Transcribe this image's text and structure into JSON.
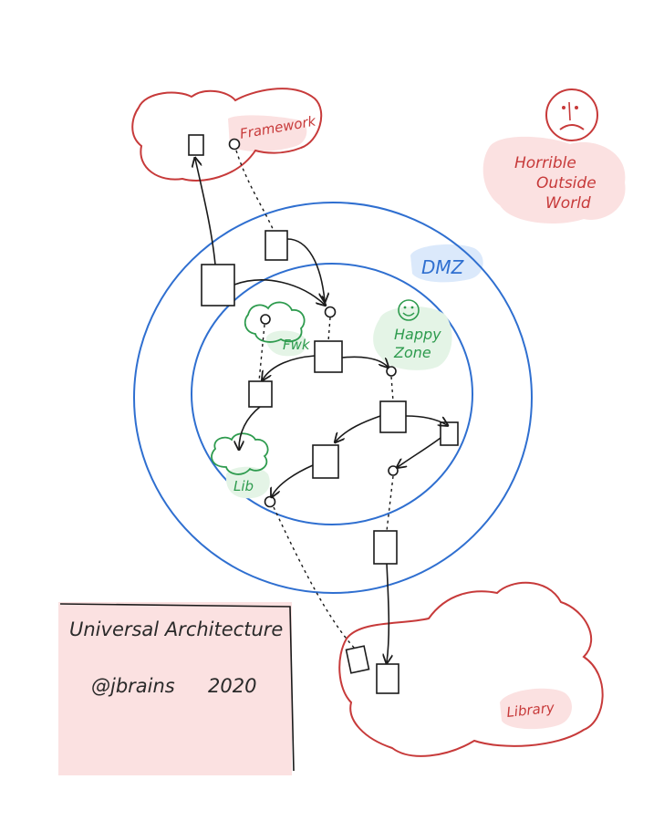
{
  "title_card": {
    "title": "Universal Architecture",
    "author": "@jbrains",
    "year": "2020"
  },
  "zones": {
    "framework": "Framework",
    "outside_world": [
      "Horrible",
      "Outside",
      "World"
    ],
    "dmz": "DMZ",
    "happy_zone": [
      "Happy",
      "Zone"
    ],
    "fwk": "Fwk",
    "lib": "Lib",
    "library": "Library"
  },
  "icons": {
    "sad_face": "sad-face-icon",
    "happy_face": "happy-face-icon"
  },
  "colors": {
    "red": "#c73a3a",
    "red_fill": "#fbe1e1",
    "blue": "#2f6fd0",
    "blue_fill": "#dbe9fb",
    "green": "#2e9b4e",
    "green_fill": "#e4f4e6",
    "ink": "#1a1a1a"
  }
}
